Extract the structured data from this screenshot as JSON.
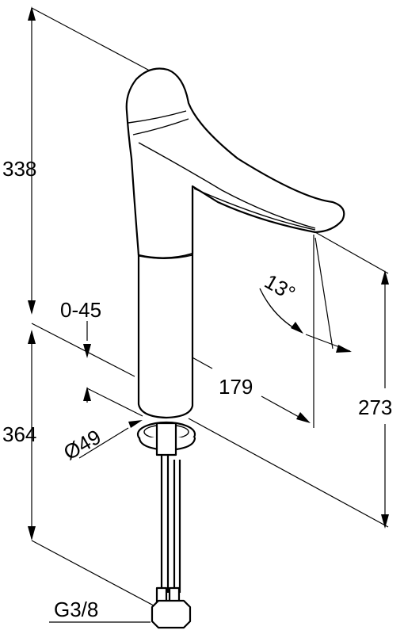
{
  "dimensions": {
    "height_spout": "338",
    "height_base": "364",
    "swivel_range": "0-45",
    "reach": "179",
    "spout_height": "273",
    "diameter": "Ø49",
    "angle": "13°",
    "thread": "G3/8"
  },
  "colors": {
    "line": "#000000",
    "background": "#ffffff"
  }
}
